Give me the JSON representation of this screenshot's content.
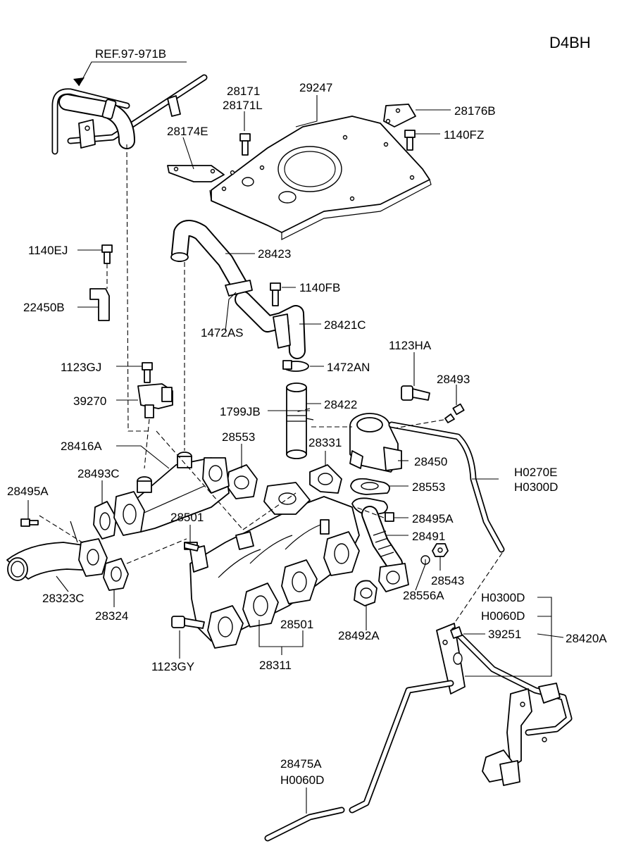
{
  "engine_code": "D4BH",
  "reference": "REF.97-971B",
  "labels": {
    "p28171": "28171",
    "p28171L": "28171L",
    "p29247": "29247",
    "p28176B": "28176B",
    "p28174E": "28174E",
    "p1140FZ": "1140FZ",
    "p1140EJ": "1140EJ",
    "p28423": "28423",
    "p22450B": "22450B",
    "p1140FB": "1140FB",
    "p1472AS": "1472AS",
    "p28421C": "28421C",
    "p1123HA": "1123HA",
    "p1123GJ": "1123GJ",
    "p1472AN": "1472AN",
    "p28493_top": "28493",
    "p39270": "39270",
    "p28422": "28422",
    "p1799JB": "1799JB",
    "p28416A": "28416A",
    "p28553_left": "28553",
    "p28331": "28331",
    "p28450": "28450",
    "pH0270E": "H0270E",
    "pH0300D_top": "H0300D",
    "p28493C": "28493C",
    "p28553_right": "28553",
    "p28495A_left": "28495A",
    "p28495A_right": "28495A",
    "p28501_top": "28501",
    "p28491": "28491",
    "p28543": "28543",
    "p28556A": "28556A",
    "p28323C": "28323C",
    "p28324": "28324",
    "pH0300D_right": "H0300D",
    "pH0060D_right": "H0060D",
    "p39251": "39251",
    "p28420A": "28420A",
    "p28501_bottom": "28501",
    "p28492A": "28492A",
    "p1123GY": "1123GY",
    "p28311": "28311",
    "p28475A": "28475A",
    "pH0060D_bottom": "H0060D"
  }
}
